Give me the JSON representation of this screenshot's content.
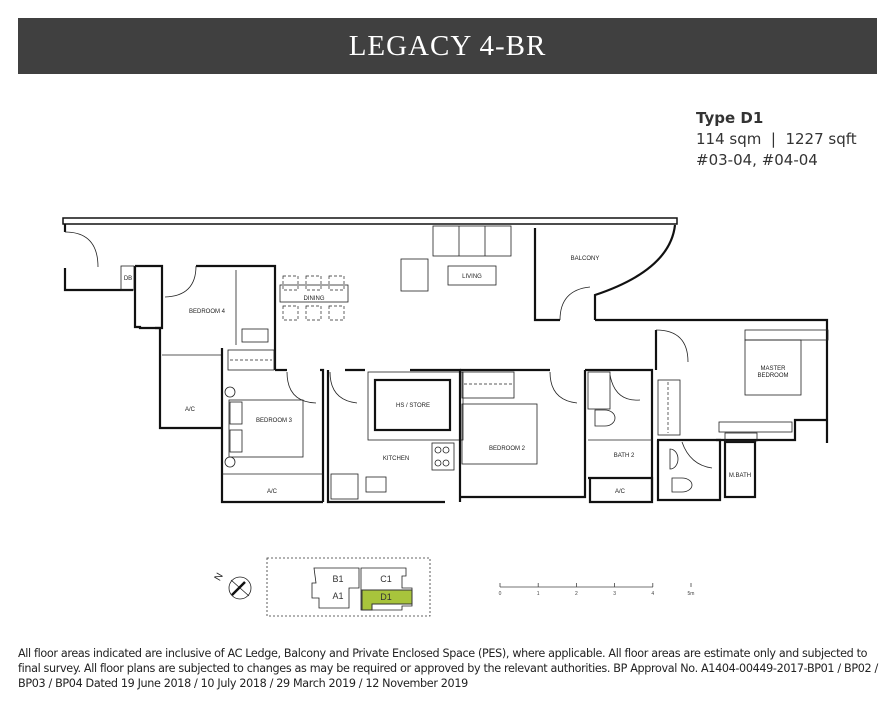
{
  "header": {
    "title": "LEGACY 4-BR"
  },
  "unit": {
    "type": "Type D1",
    "area": "114 sqm  |  1227 sqft",
    "units": "#03-04, #04-04"
  },
  "rooms": {
    "db": "DB",
    "bedroom4": "BEDROOM 4",
    "dining": "DINING",
    "living": "LIVING",
    "balcony": "BALCONY",
    "master1": "MASTER",
    "master2": "BEDROOM",
    "ac1": "A/C",
    "bedroom3": "BEDROOM 3",
    "ac2": "A/C",
    "hs": "HS / STORE",
    "kitchen": "KITCHEN",
    "bedroom2": "BEDROOM 2",
    "bath2": "BATH 2",
    "ac3": "A/C",
    "mbath": "M.BATH"
  },
  "keyplan": {
    "north": "N",
    "units": [
      "B1",
      "C1",
      "A1",
      "D1"
    ],
    "highlight": "D1",
    "highlight_color": "#a8c43c"
  },
  "scale": {
    "ticks": [
      "0",
      "1",
      "2",
      "3",
      "4",
      "5m"
    ]
  },
  "footer": {
    "note": "All floor areas indicated are inclusive of AC Ledge, Balcony and Private Enclosed Space (PES), where applicable. All floor areas are estimate only and subjected to final survey. All floor plans are subjected to changes as may be required or approved by the relevant authorities. BP Approval No. A1404-00449-2017-BP01 / BP02 / BP03 / BP04  Dated  19 June 2018 / 10 July 2018 / 29 March 2019 / 12 November 2019"
  }
}
